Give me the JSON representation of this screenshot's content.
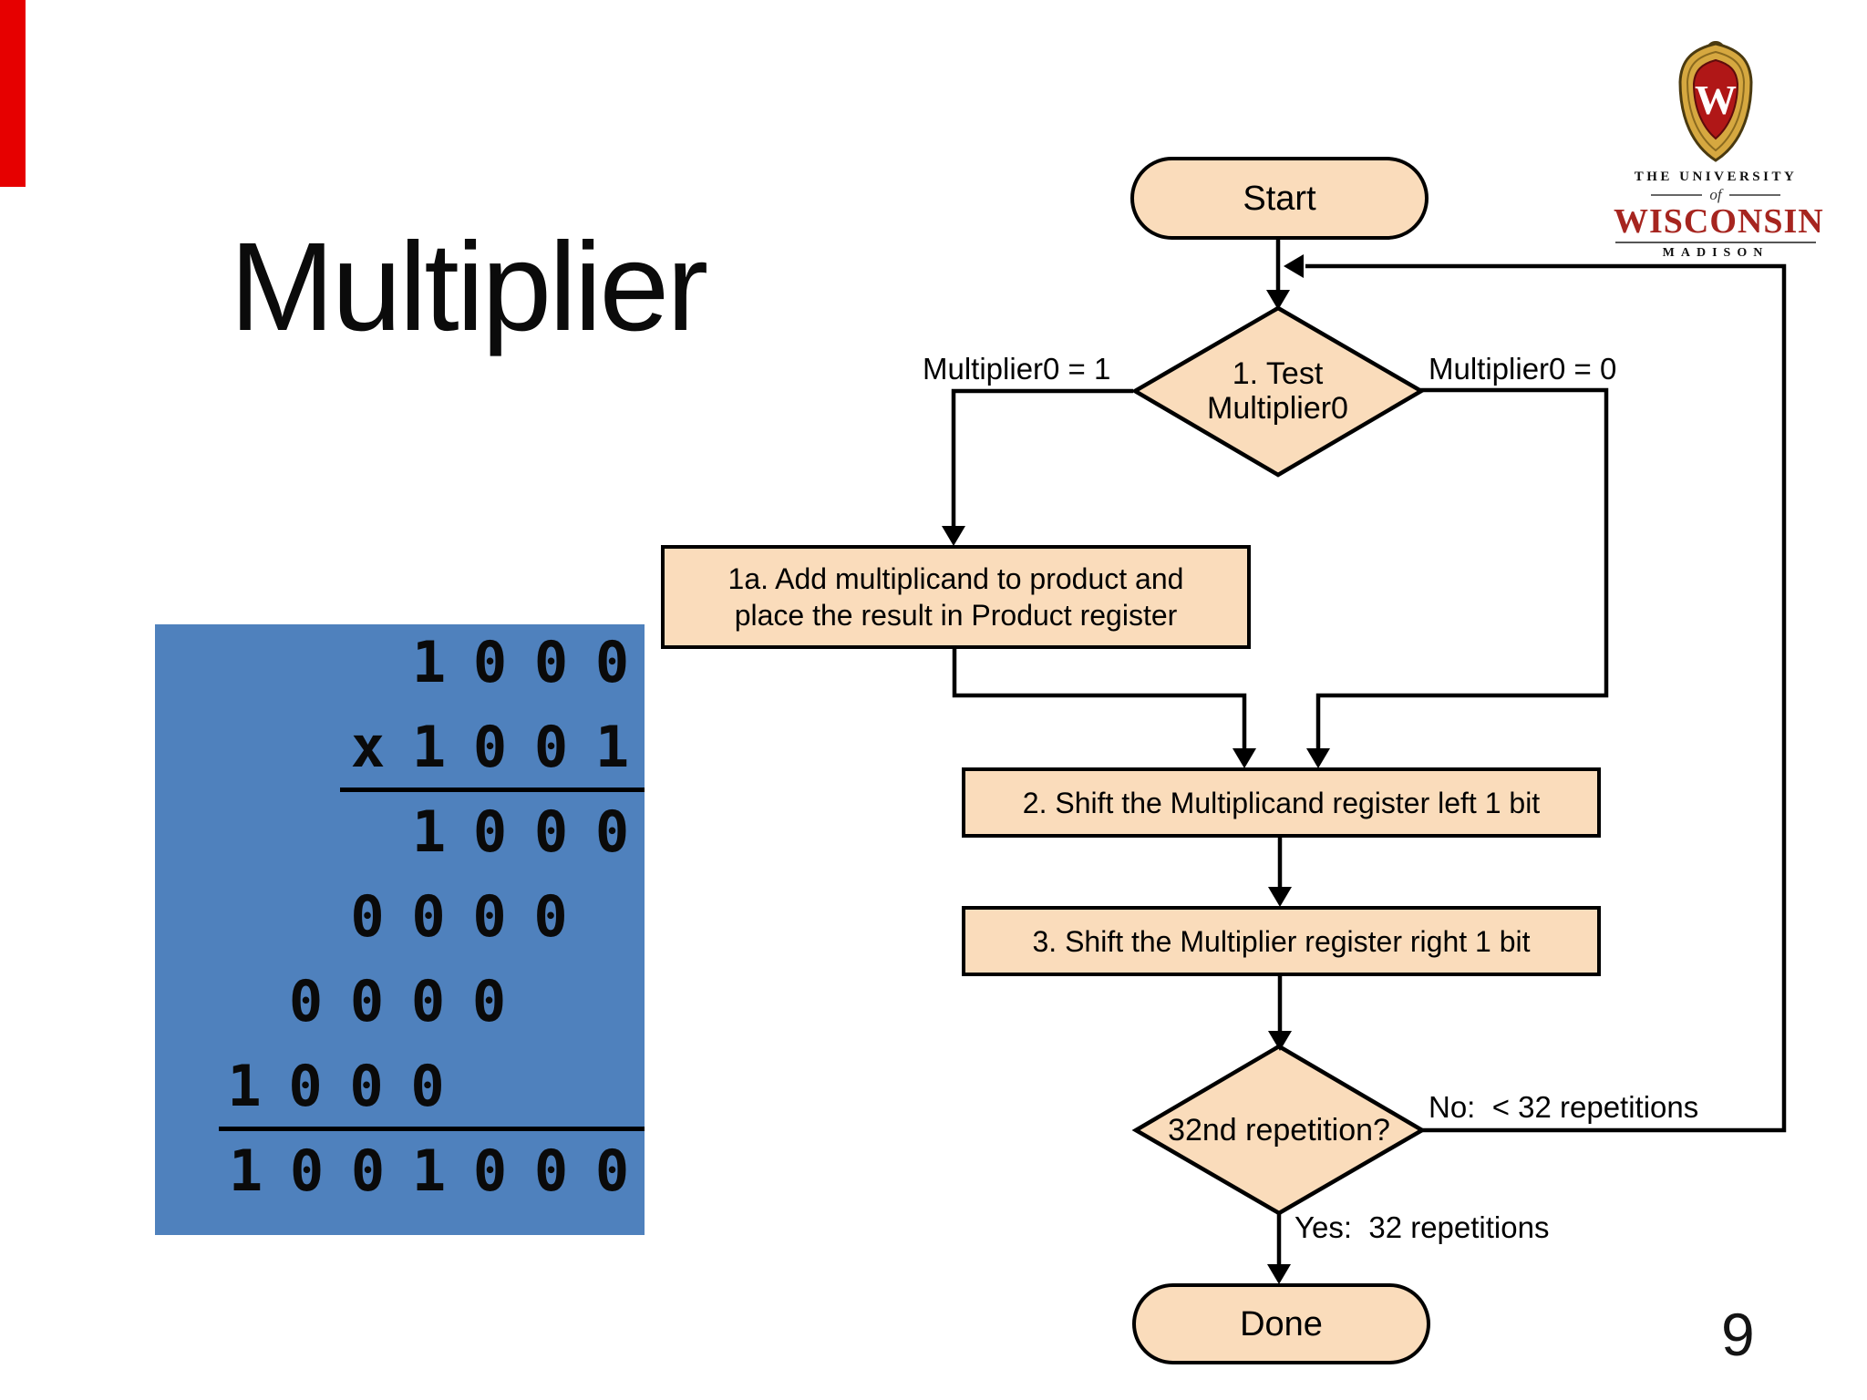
{
  "slide": {
    "title": "Multiplier",
    "page_number": "9"
  },
  "colors": {
    "shape_fill": "#FADCBB",
    "shape_border": "#000000",
    "panel_blue": "#4F81BD",
    "accent_red_bar": "#E60000",
    "logo_wordmark_red": "#A6251F",
    "crest_red": "#B01717",
    "crest_gold": "#D6A840"
  },
  "flowchart": {
    "start_label": "Start",
    "decision1": {
      "line1": "1. Test",
      "line2": "Multiplier0",
      "left_branch_label": "Multiplier0 = 1",
      "right_branch_label": "Multiplier0 = 0"
    },
    "box_1a": {
      "line1": "1a. Add multiplicand to product and",
      "line2": "place the result in Product register"
    },
    "box_2_label": "2. Shift the Multiplicand register left 1 bit",
    "box_3_label": "3. Shift the Multiplier register right 1 bit",
    "decision2": {
      "label": "32nd repetition?",
      "no_branch_label": "No:  < 32 repetitions",
      "yes_branch_label": "Yes:  32 repetitions"
    },
    "done_label": "Done"
  },
  "binary_multiplication": {
    "multiplicand": "1000",
    "multiplier": "1001",
    "product": "1001000",
    "rows": [
      {
        "cells": [
          "1",
          "0",
          "0",
          "0"
        ],
        "shift": 0
      },
      {
        "cells": [
          "x",
          "1",
          "0",
          "0",
          "1"
        ],
        "shift": 0
      },
      {
        "cells": [
          "1",
          "0",
          "0",
          "0"
        ],
        "shift": 0
      },
      {
        "cells": [
          "0",
          "0",
          "0",
          "0"
        ],
        "shift": 1
      },
      {
        "cells": [
          "0",
          "0",
          "0",
          "0"
        ],
        "shift": 2
      },
      {
        "cells": [
          "1",
          "0",
          "0",
          "0"
        ],
        "shift": 3
      },
      {
        "cells": [
          "1",
          "0",
          "0",
          "1",
          "0",
          "0",
          "0"
        ],
        "shift": 0
      }
    ]
  },
  "logo": {
    "monogram": "W",
    "line_university": "THE UNIVERSITY",
    "line_of": "of",
    "line_wisconsin": "WISCONSIN",
    "line_madison": "MADISON"
  }
}
